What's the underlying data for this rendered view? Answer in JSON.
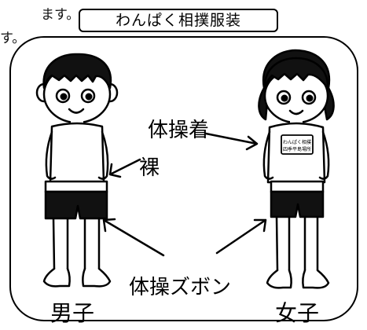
{
  "top_text": {
    "line1": "ます。",
    "line2": "す。"
  },
  "title": "わんぱく相撲服装",
  "labels": {
    "gym_shirt": "体操着",
    "bare": "裸",
    "gym_pants": "体操ズボン",
    "boy": "男子",
    "girl": "女子"
  },
  "shirt_print": {
    "line1": "わんぱく相撲",
    "line2": "四季平島場所"
  },
  "colors": {
    "ink": "#000000",
    "background": "#ffffff",
    "shorts": "#111111"
  }
}
